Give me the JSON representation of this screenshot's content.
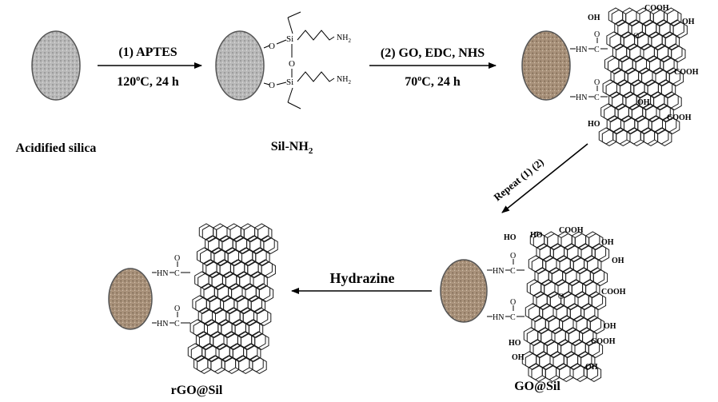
{
  "labels": {
    "acidified_silica": "Acidified silica",
    "sil_nh2_main": "Sil-NH",
    "sil_nh2_sub": "2",
    "go_sil": "GO@Sil",
    "rgo_sil": "rGO@Sil"
  },
  "steps": {
    "step1_reagent": "(1)  APTES",
    "step1_temp": "120",
    "step1_deg": "o",
    "step1_cond": "C, 24 h",
    "step2_reagent": "(2) GO, EDC, NHS",
    "step2_temp": "70",
    "step2_deg": "o",
    "step2_cond": "C, 24 h",
    "repeat": "Repeat (1) (2)",
    "hydrazine": "Hydrazine"
  },
  "chem": {
    "o": "O",
    "si": "Si",
    "nh2": "NH",
    "sub2": "2",
    "hn": "HN",
    "c": "C",
    "oh": "OH",
    "ho": "HO",
    "cooh": "COOH"
  },
  "colors": {
    "silica_fill": "#b4b4b4",
    "functionalized_fill": "#a8917a",
    "sphere_edge": "#555555"
  }
}
